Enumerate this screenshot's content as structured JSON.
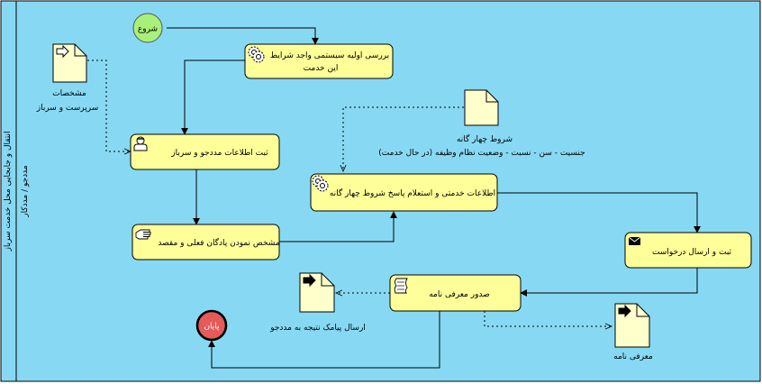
{
  "pool": {
    "lane_label_1": "انتقال و جابجایی محل خدمت سرباز",
    "lane_label_2": "مددجو / مددکار",
    "colors": {
      "lane_bg": "#87d9f3",
      "task_fill": "#ffff99",
      "start_fill": "#a9f07a",
      "end_fill": "#e65a5a",
      "border": "#000000"
    }
  },
  "events": {
    "start": "شروع",
    "end": "پایان"
  },
  "tasks": {
    "t1": {
      "line1": "بررسی اولیه سیستمی واجد شرایط",
      "line2": "این خدمت",
      "icon": "service-gear-icon"
    },
    "t2": {
      "line1": "ثبت اطلاعات مددجو و سرباز",
      "icon": "user-icon"
    },
    "t3": {
      "line1": "مشخص نمودن پادگان فعلی و مقصد",
      "icon": "manual-hand-icon"
    },
    "t4": {
      "line1": "اطلاعات خدمتی و استعلام پاسخ شروط چهار گانه",
      "icon": "service-gear-icon"
    },
    "t5": {
      "line1": "ثبت و ارسال درخواست",
      "icon": "envelope-icon"
    },
    "t6": {
      "line1": "صدور معرفی نامه",
      "icon": "script-icon"
    }
  },
  "data_objects": {
    "d1": {
      "line1": "مشخصات",
      "line2": "سرپرست و سرباز"
    },
    "d2": {
      "line1": "شروط چهار گانه",
      "line2": "جنسیت - سن - نسبت - وضعیت نظام وظیفه (در حال خدمت)"
    },
    "d3": {
      "line1": "ارسال پیامک نتیجه به مددجو"
    },
    "d4": {
      "line1": "معرفی نامه"
    }
  }
}
